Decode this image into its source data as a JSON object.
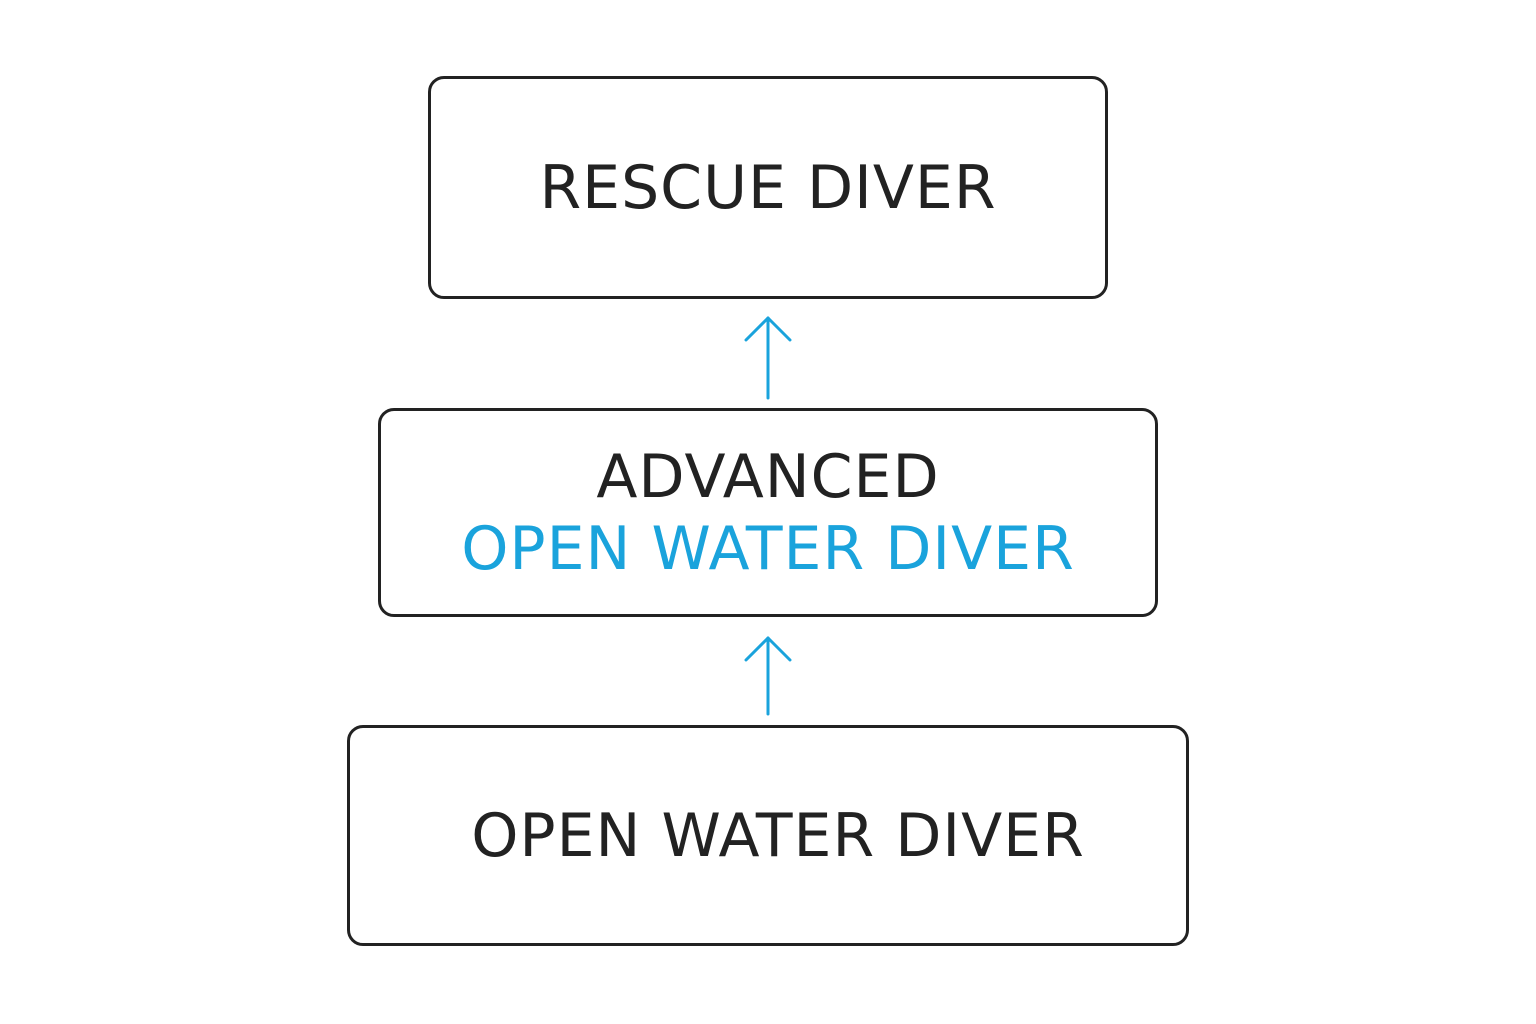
{
  "diagram": {
    "levels": [
      {
        "id": "rescue",
        "line1": "RESCUE DIVER"
      },
      {
        "id": "advanced",
        "line1": "ADVANCED",
        "line2": "OPEN WATER DIVER"
      },
      {
        "id": "openwater",
        "line1": "OPEN WATER DIVER"
      }
    ]
  },
  "colors": {
    "text": "#222222",
    "accent": "#1aa3dc",
    "border": "#222222",
    "background": "#ffffff"
  },
  "icons": [
    "arrow-up-icon",
    "arrow-up-icon"
  ]
}
